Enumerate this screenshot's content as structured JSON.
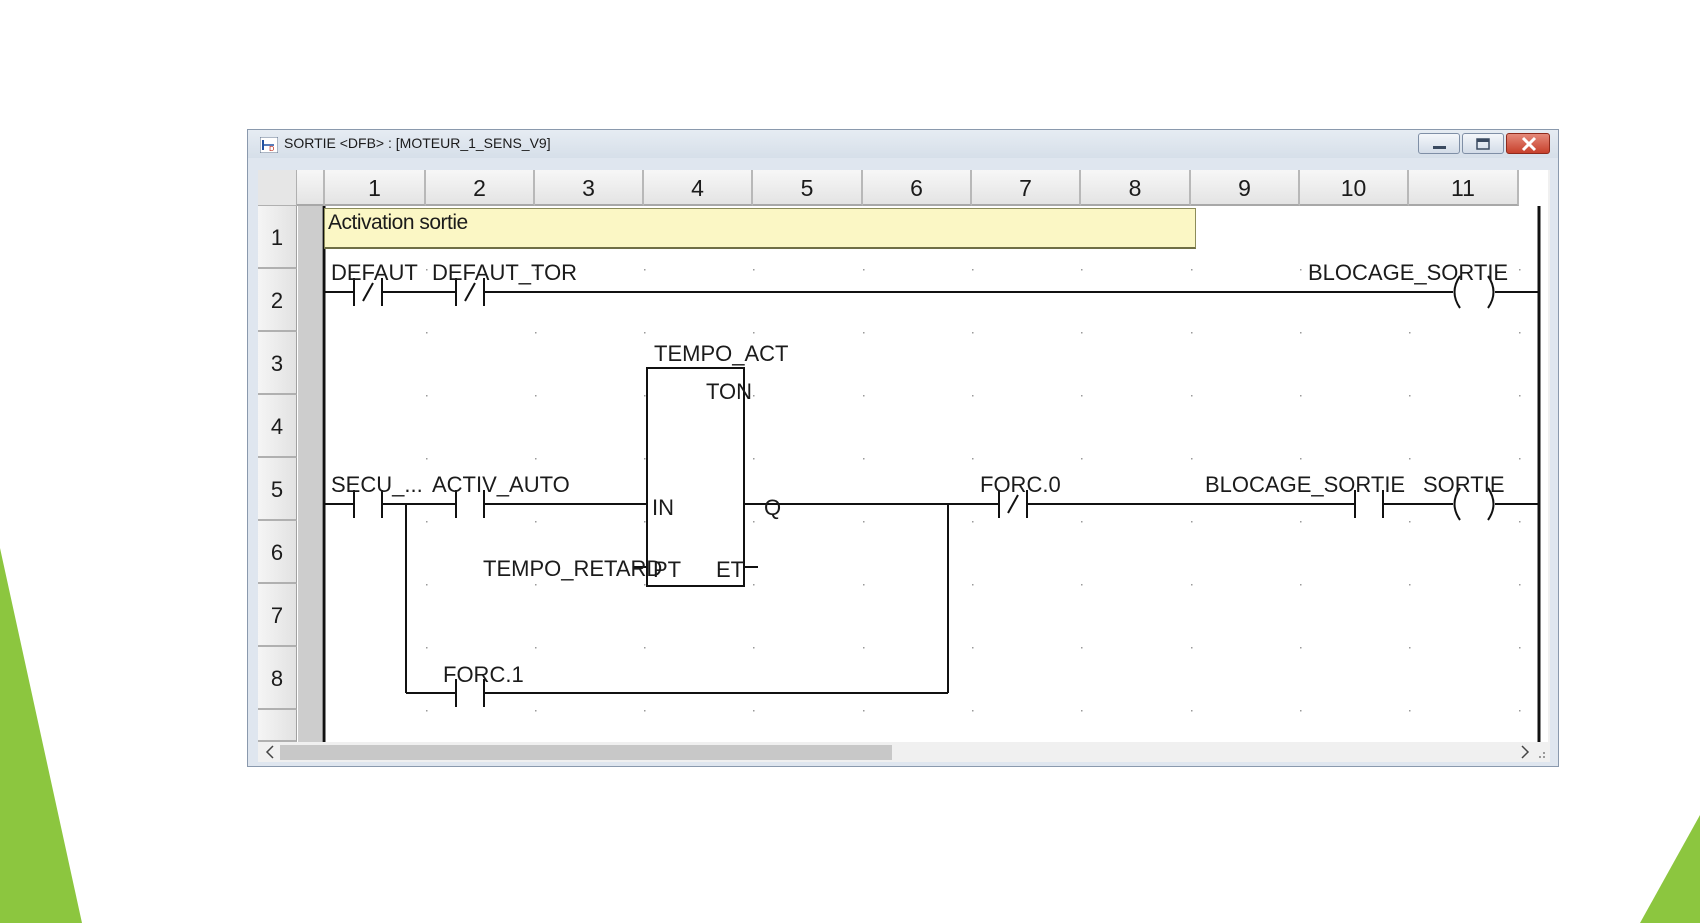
{
  "window": {
    "title": "SORTIE <DFB> : [MOTEUR_1_SENS_V9]"
  },
  "columns": [
    "1",
    "2",
    "3",
    "4",
    "5",
    "6",
    "7",
    "8",
    "9",
    "10",
    "11"
  ],
  "rows": [
    "1",
    "2",
    "3",
    "4",
    "5",
    "6",
    "7",
    "8"
  ],
  "ladder": {
    "comment": "Activation sortie",
    "rung1": {
      "contact_nc_1": "DEFAUT",
      "contact_nc_2": "DEFAUT_TOR",
      "coil": "BLOCAGE_SORTIE"
    },
    "rung2": {
      "contact_1": "SECU_...",
      "contact_2": "ACTIV_AUTO",
      "block_instance": "TEMPO_ACT",
      "block_type": "TON",
      "pin_in": "IN",
      "pin_q": "Q",
      "pin_pt": "PT",
      "pin_et": "ET",
      "pt_input": "TEMPO_RETARD",
      "contact_nc_force": "FORC.0",
      "contact_blocage": "BLOCAGE_SORTIE",
      "coil": "SORTIE",
      "branch_contact": "FORC.1"
    }
  },
  "colors": {
    "comment_bg": "#fbf7c5",
    "green_accent": "#8cc63f",
    "close_button": "#c7402c"
  }
}
